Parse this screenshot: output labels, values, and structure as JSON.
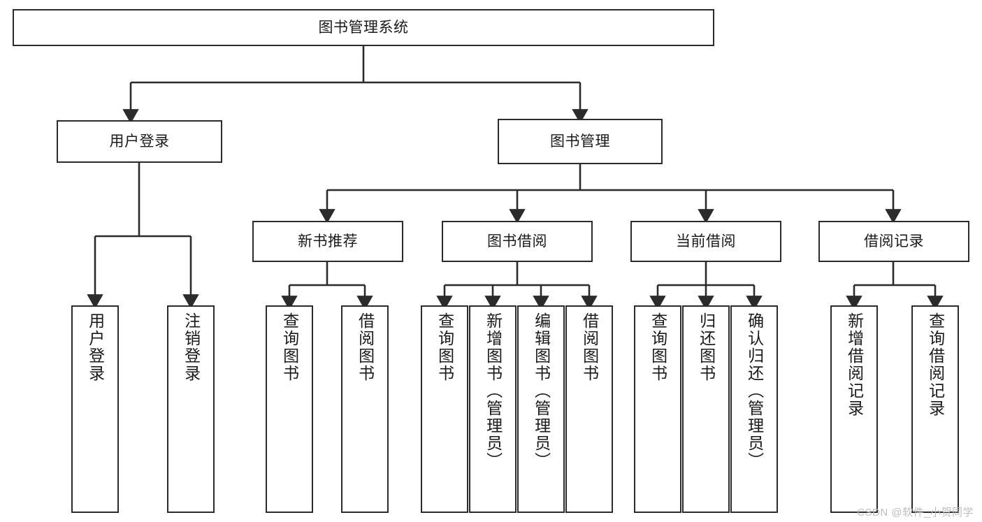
{
  "diagram": {
    "type": "hierarchy-tree",
    "title": "图书管理系统",
    "watermark": "CSDN @软件_小贺同学",
    "colors": {
      "stroke": "#2b2b2b",
      "fill": "#ffffff",
      "text": "#1a1a1a",
      "watermark": "#bdbdbd"
    },
    "root": {
      "label": "图书管理系统"
    },
    "level2": [
      {
        "label": "用户登录"
      },
      {
        "label": "图书管理"
      }
    ],
    "level3": [
      {
        "label": "新书推荐"
      },
      {
        "label": "图书借阅"
      },
      {
        "label": "当前借阅"
      },
      {
        "label": "借阅记录"
      }
    ],
    "leaves": {
      "user_login": [
        {
          "label": "用户登录"
        },
        {
          "label": "注销登录"
        }
      ],
      "new_book": [
        {
          "label": "查询图书"
        },
        {
          "label": "借阅图书"
        }
      ],
      "book_borrow": [
        {
          "label": "查询图书"
        },
        {
          "label": "新增图书（管理员）"
        },
        {
          "label": "编辑图书（管理员）"
        },
        {
          "label": "借阅图书"
        }
      ],
      "current_borrow": [
        {
          "label": "查询图书"
        },
        {
          "label": "归还图书"
        },
        {
          "label": "确认归还（管理员）"
        }
      ],
      "borrow_record": [
        {
          "label": "新增借阅记录"
        },
        {
          "label": "查询借阅记录"
        }
      ]
    }
  }
}
